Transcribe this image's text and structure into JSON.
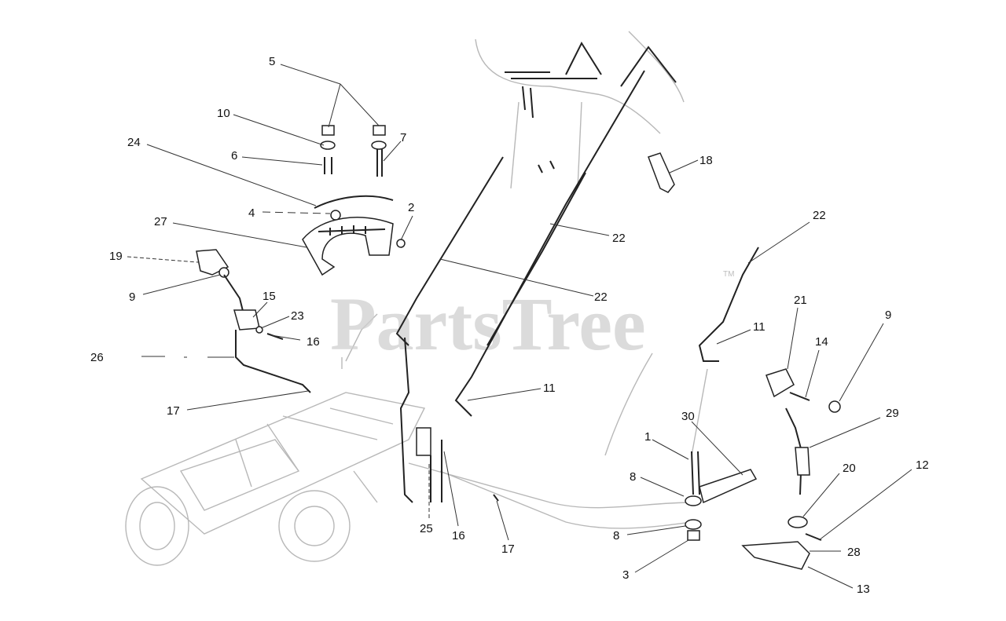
{
  "watermark": {
    "text": "PartsTree",
    "trademark": "TM"
  },
  "callouts": [
    {
      "id": "c5",
      "text": "5"
    },
    {
      "id": "c10",
      "text": "10"
    },
    {
      "id": "c7",
      "text": "7"
    },
    {
      "id": "c24",
      "text": "24"
    },
    {
      "id": "c6",
      "text": "6"
    },
    {
      "id": "c4",
      "text": "4"
    },
    {
      "id": "c2",
      "text": "2"
    },
    {
      "id": "c27",
      "text": "27"
    },
    {
      "id": "c19",
      "text": "19"
    },
    {
      "id": "c9a",
      "text": "9"
    },
    {
      "id": "c15",
      "text": "15"
    },
    {
      "id": "c23",
      "text": "23"
    },
    {
      "id": "c16a",
      "text": "16"
    },
    {
      "id": "c26",
      "text": "26"
    },
    {
      "id": "c17a",
      "text": "17"
    },
    {
      "id": "c25",
      "text": "25"
    },
    {
      "id": "c16b",
      "text": "16"
    },
    {
      "id": "c17b",
      "text": "17"
    },
    {
      "id": "c18",
      "text": "18"
    },
    {
      "id": "c22a",
      "text": "22"
    },
    {
      "id": "c22b",
      "text": "22"
    },
    {
      "id": "c22c",
      "text": "22"
    },
    {
      "id": "c11a",
      "text": "11"
    },
    {
      "id": "c11b",
      "text": "11"
    },
    {
      "id": "c21",
      "text": "21"
    },
    {
      "id": "c14",
      "text": "14"
    },
    {
      "id": "c9b",
      "text": "9"
    },
    {
      "id": "c29",
      "text": "29"
    },
    {
      "id": "c30",
      "text": "30"
    },
    {
      "id": "c1",
      "text": "1"
    },
    {
      "id": "c8a",
      "text": "8"
    },
    {
      "id": "c8b",
      "text": "8"
    },
    {
      "id": "c3",
      "text": "3"
    },
    {
      "id": "c20",
      "text": "20"
    },
    {
      "id": "c12",
      "text": "12"
    },
    {
      "id": "c28",
      "text": "28"
    },
    {
      "id": "c13",
      "text": "13"
    }
  ]
}
